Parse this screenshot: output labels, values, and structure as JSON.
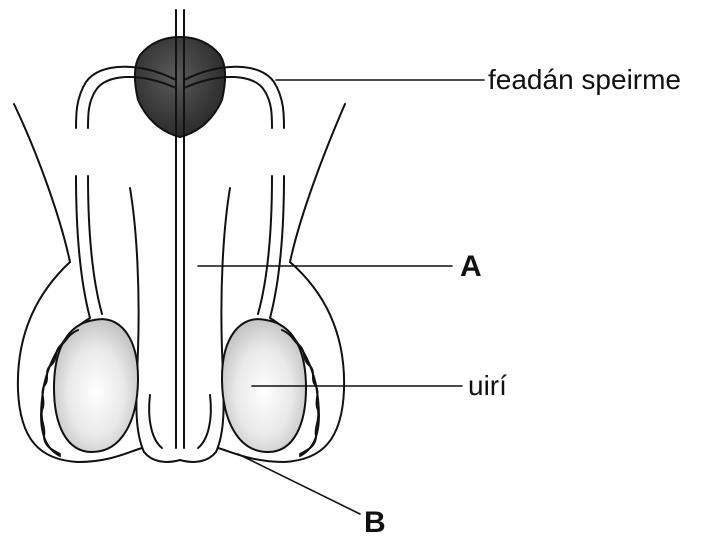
{
  "labels": {
    "sperm_duct": "feadán speirme",
    "a": "A",
    "testis": "uirí",
    "b": "B"
  },
  "colors": {
    "line": "#111111",
    "gland": "#3c3c3c",
    "testis_fill": "#d9d9d9"
  }
}
